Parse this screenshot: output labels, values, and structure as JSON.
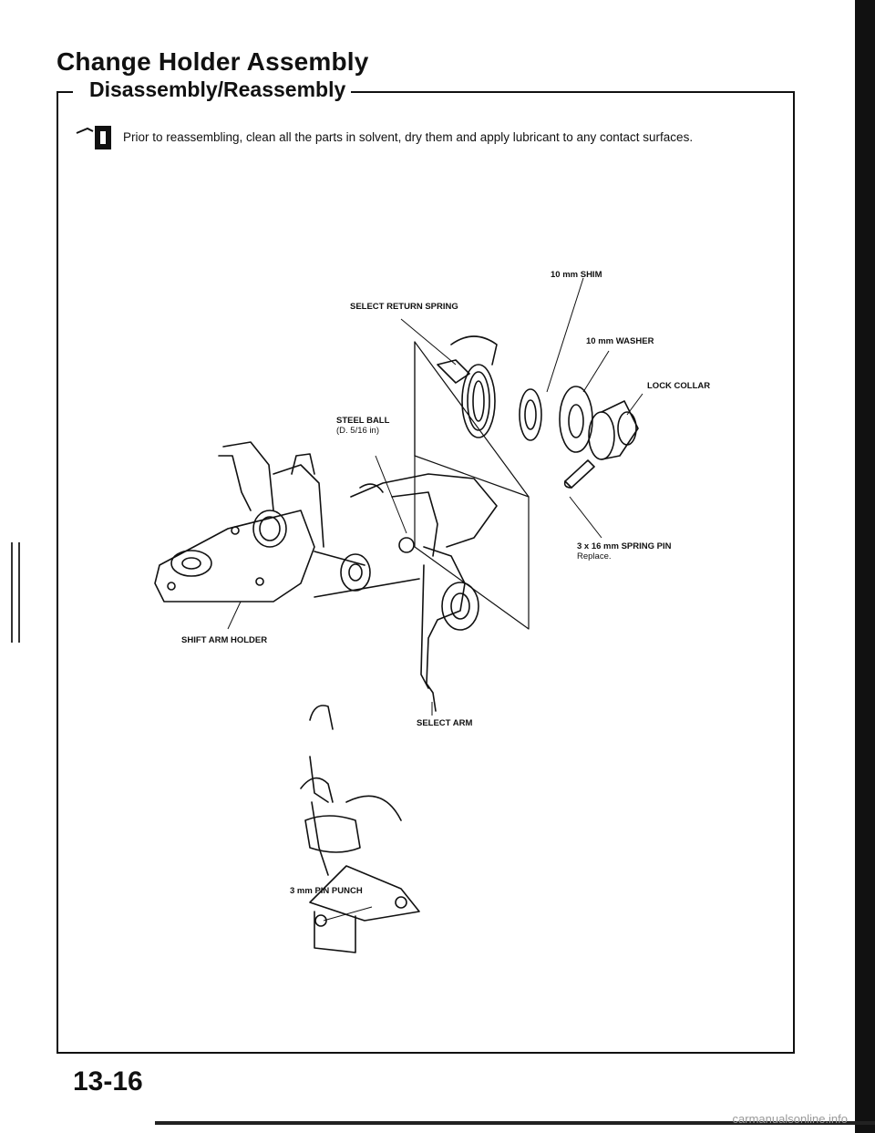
{
  "header": {
    "title": "Change Holder Assembly",
    "subtitle": "Disassembly/Reassembly"
  },
  "note": {
    "icon": "lubricant-icon",
    "text": "Prior to reassembling, clean all the parts in solvent, dry them and apply lubricant to any contact surfaces."
  },
  "labels": {
    "shim": "10 mm SHIM",
    "spring": "SELECT RETURN SPRING",
    "washer": "10 mm WASHER",
    "collar": "LOCK COLLAR",
    "ball": "STEEL BALL",
    "ball_size": "(D. 5/16 in)",
    "pin": "3 x 16 mm SPRING PIN",
    "pin_note": "Replace.",
    "holder": "SHIFT ARM HOLDER",
    "arm": "SELECT ARM",
    "punch": "3 mm PIN PUNCH"
  },
  "footer": {
    "page_number": "13-16",
    "watermark": "carmanualsonline.info"
  }
}
